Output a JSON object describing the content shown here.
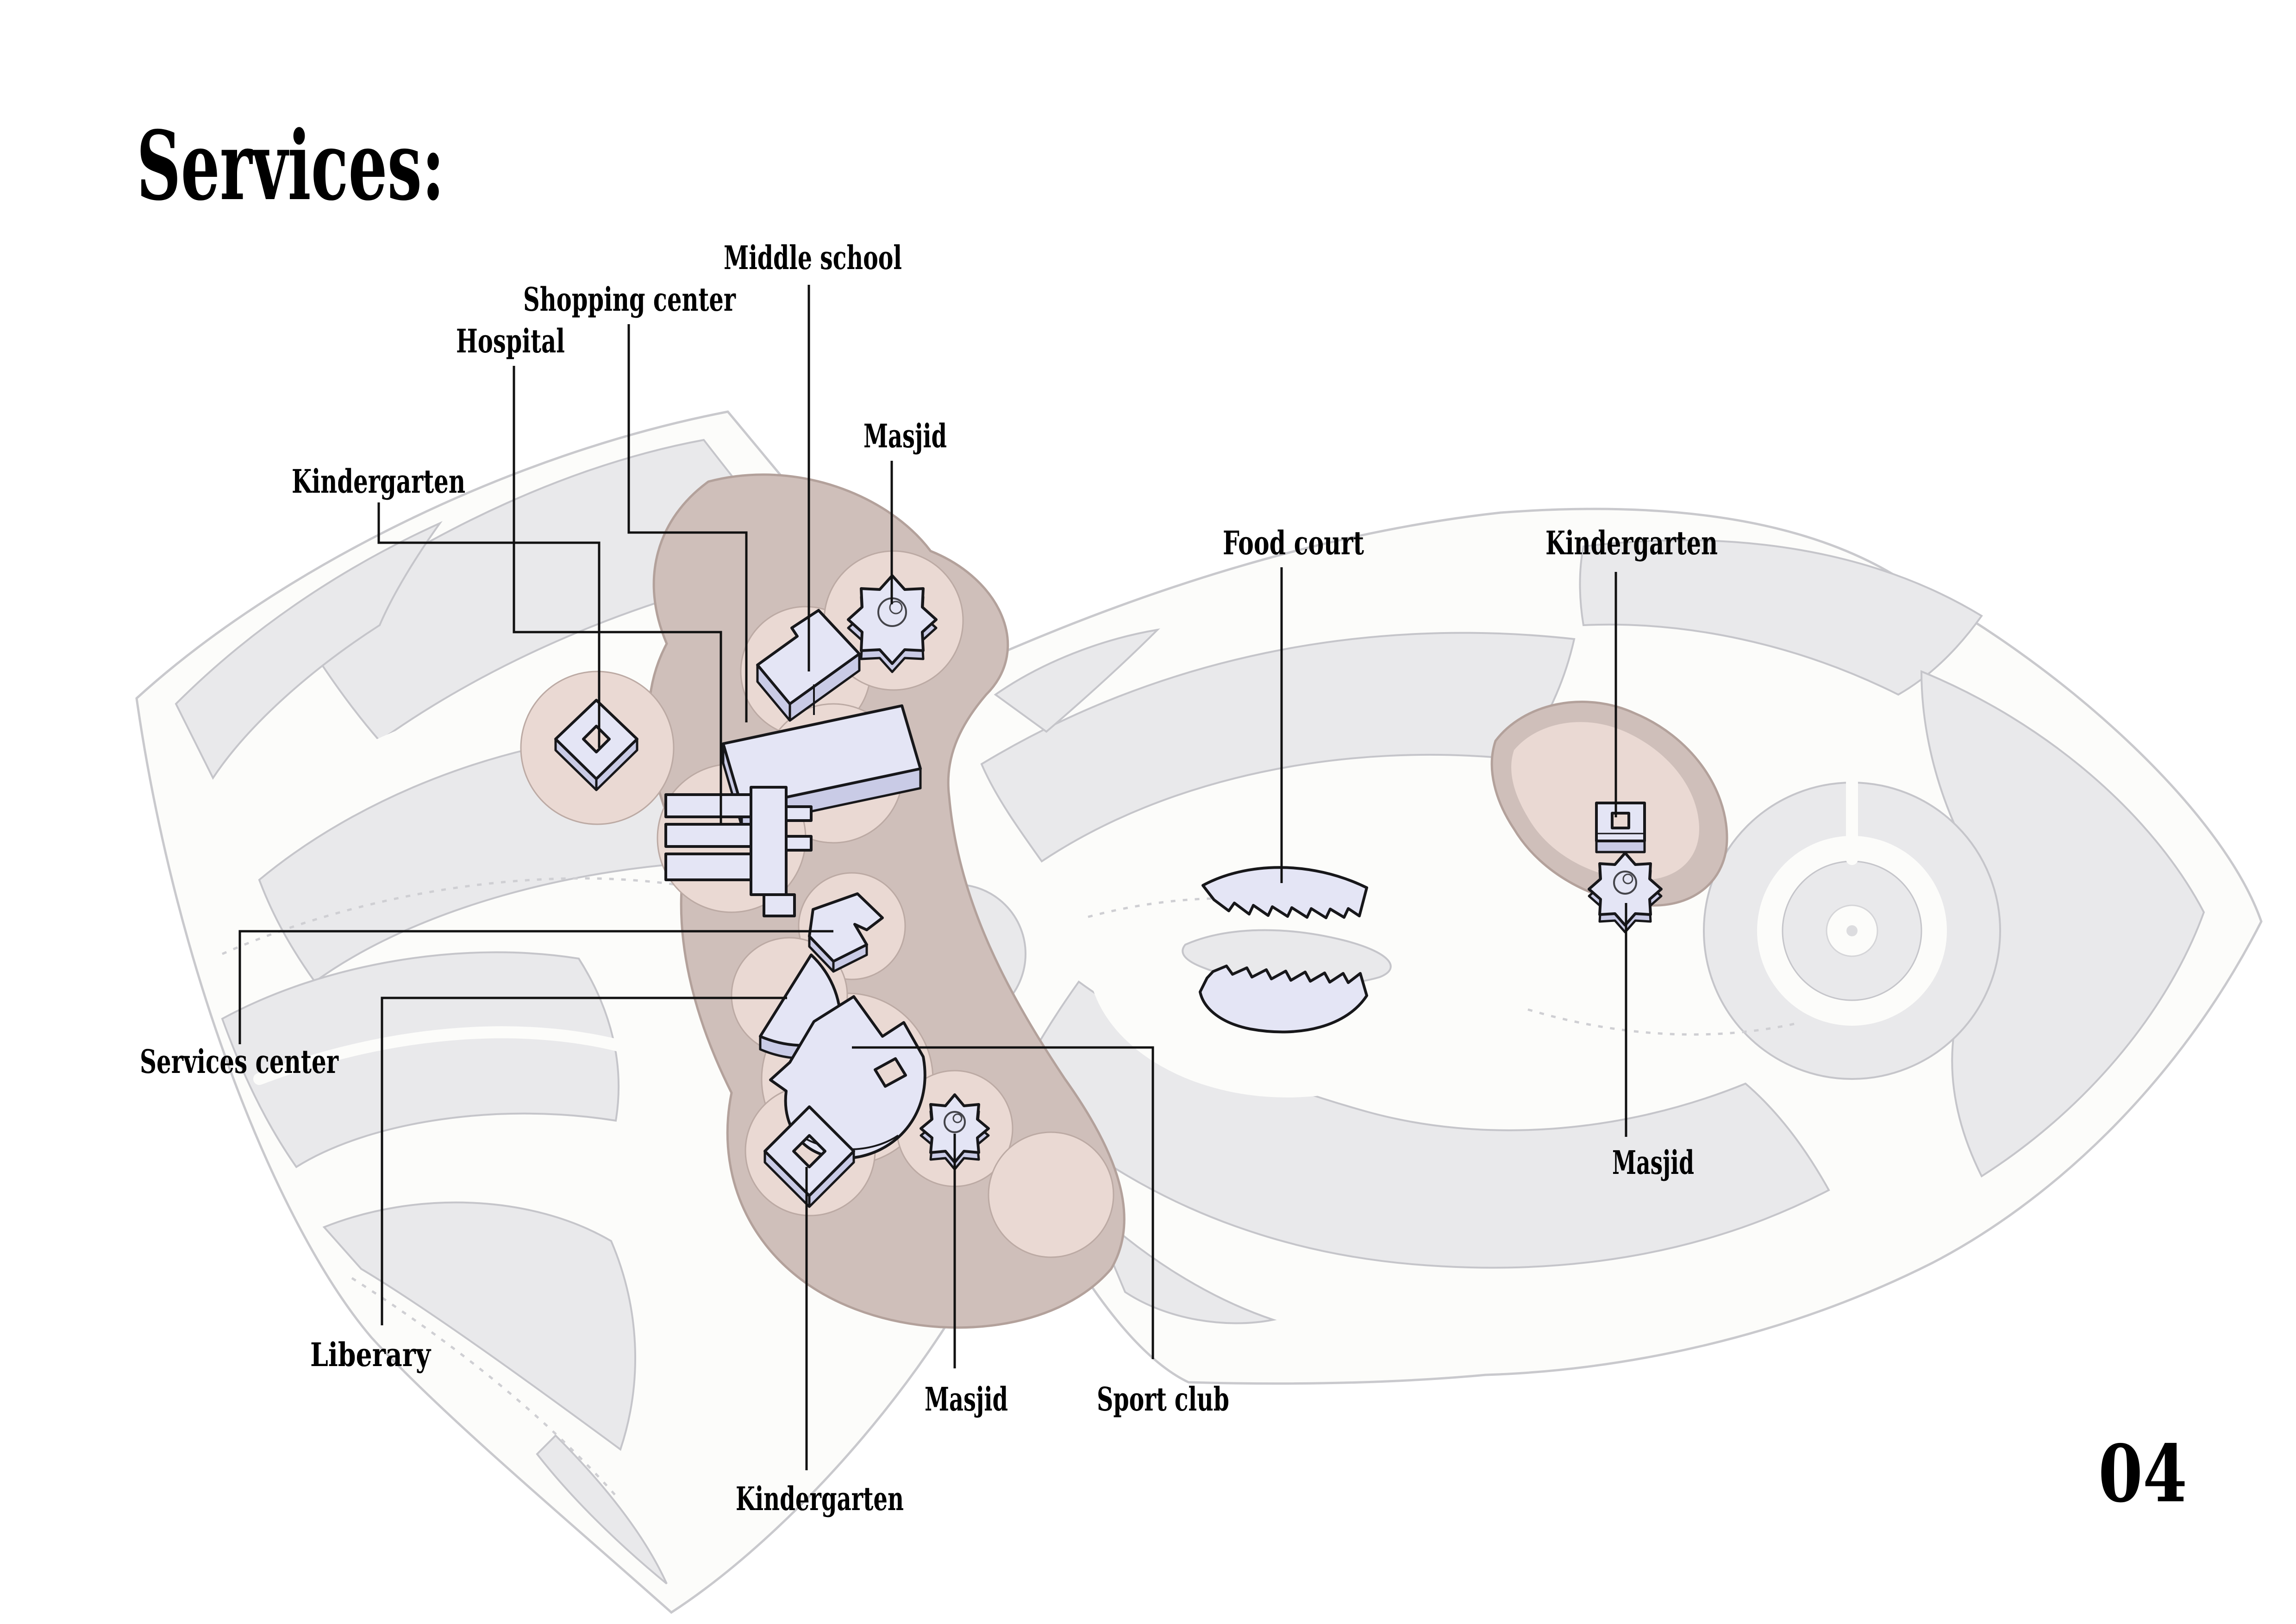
{
  "title": "Services:",
  "page_number": "04",
  "labels": {
    "middle_school": "Middle school",
    "shopping_center": "Shopping center",
    "hospital": "Hospital",
    "masjid_top": "Masjid",
    "kindergarten_left": "Kindergarten",
    "food_court": "Food court",
    "kindergarten_right": "Kindergarten",
    "services_center": "Services center",
    "liberary": "Liberary",
    "masjid_bottom": "Masjid",
    "sport_club": "Sport club",
    "kindergarten_bottom": "Kindergarten",
    "masjid_right": "Masjid"
  },
  "colors": {
    "background": "#ffffff",
    "map_block": "#e9e9eb",
    "map_block_outline": "#c5c5ca",
    "road": "#fcfcfa",
    "services_zone": "#cfbfba",
    "services_zone_border": "#b3a19b",
    "plaza": "#ead9d3",
    "building_fill": "#e4e5f5",
    "building_side": "#c9cbe6",
    "building_outline": "#17171a",
    "leader_line": "#111111",
    "label_text": "#000000"
  }
}
